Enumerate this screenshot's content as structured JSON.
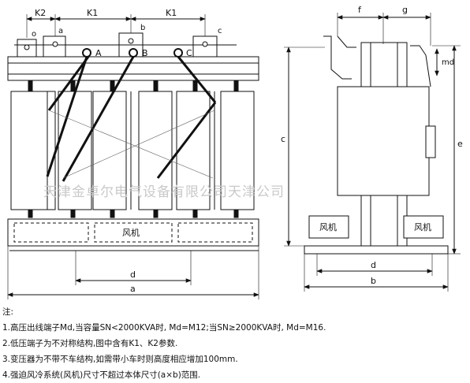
{
  "front_view": {
    "dims": {
      "k2": "K2",
      "k1_left": "K1",
      "k1_right": "K1",
      "d": "d",
      "a": "a"
    },
    "lv_terminals": {
      "o": "o",
      "a": "a",
      "b": "b",
      "c": "c"
    },
    "hv_terminals": {
      "A": "A",
      "B": "B",
      "C": "C"
    },
    "fan_label": "风机"
  },
  "side_view": {
    "dims": {
      "f": "f",
      "g": "g",
      "md": "md",
      "c": "c",
      "e": "e",
      "d": "d",
      "b": "b"
    },
    "fan_left": "风机",
    "fan_right": "风机"
  },
  "watermark": "天津金卓尔电气设备有限公司天津公司",
  "notes": {
    "title": "注:",
    "items": [
      "1.高压出线端子Md,当容量SN<2000KVA时, Md=M12;当SN≥2000KVA时, Md=M16.",
      "2.低压端子为不对称结构,图中含有K1、K2参数.",
      "3.变压器为不带不车结构,如需带小车时则高度相应增加100mm.",
      "4.强迫风冷系统(风机)尺寸不超过本体尺寸(a×b)范围."
    ]
  }
}
